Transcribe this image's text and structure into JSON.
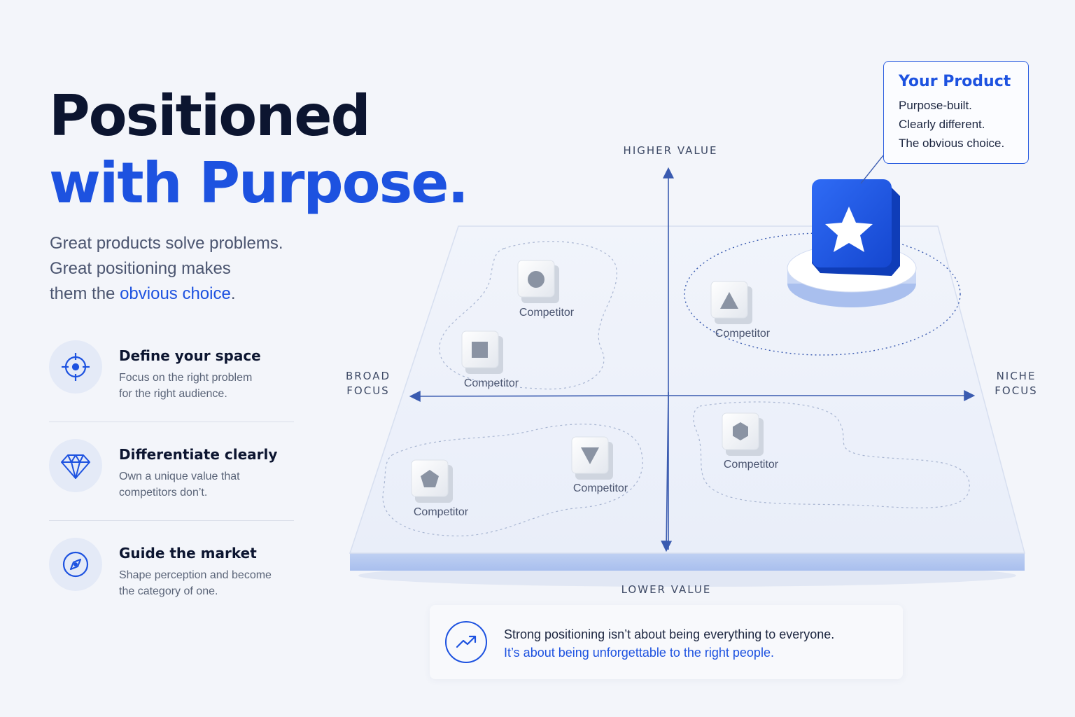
{
  "headline": {
    "line1": "Positioned",
    "line2": "with Purpose."
  },
  "subtitle": {
    "line1": "Great products solve problems.",
    "line2": "Great positioning makes",
    "line3_prefix": "them the ",
    "line3_accent": "obvious choice",
    "line3_suffix": "."
  },
  "features": [
    {
      "icon": "crosshair-icon",
      "title": "Define your space",
      "desc1": "Focus on the right problem",
      "desc2": "for the right audience."
    },
    {
      "icon": "diamond-icon",
      "title": "Differentiate clearly",
      "desc1": "Own a unique value that",
      "desc2": "competitors don’t."
    },
    {
      "icon": "compass-icon",
      "title": "Guide the market",
      "desc1": "Shape perception and become",
      "desc2": "the category of one."
    }
  ],
  "axes": {
    "top": "HIGHER VALUE",
    "bottom": "LOWER VALUE",
    "left_line1": "BROAD",
    "left_line2": "FOCUS",
    "right_line1": "NICHE",
    "right_line2": "FOCUS"
  },
  "your_product": {
    "title": "Your Product",
    "lines": [
      "Purpose-built.",
      "Clearly different.",
      "The obvious choice."
    ],
    "icon": "star-icon"
  },
  "competitors": [
    {
      "label": "Competitor",
      "icon": "circle-icon"
    },
    {
      "label": "Competitor",
      "icon": "square-icon"
    },
    {
      "label": "Competitor",
      "icon": "triangle-icon"
    },
    {
      "label": "Competitor",
      "icon": "pentagon-icon"
    },
    {
      "label": "Competitor",
      "icon": "down-triangle-icon"
    },
    {
      "label": "Competitor",
      "icon": "hexagon-icon"
    }
  ],
  "banner": {
    "icon": "trending-up-icon",
    "line1": "Strong positioning isn’t about being everything to everyone.",
    "line2": "It’s about being unforgettable to the right people."
  },
  "colors": {
    "accent": "#1d52e0",
    "dark": "#0c1530",
    "muted": "#5a6478",
    "board": "#edf1fa"
  }
}
